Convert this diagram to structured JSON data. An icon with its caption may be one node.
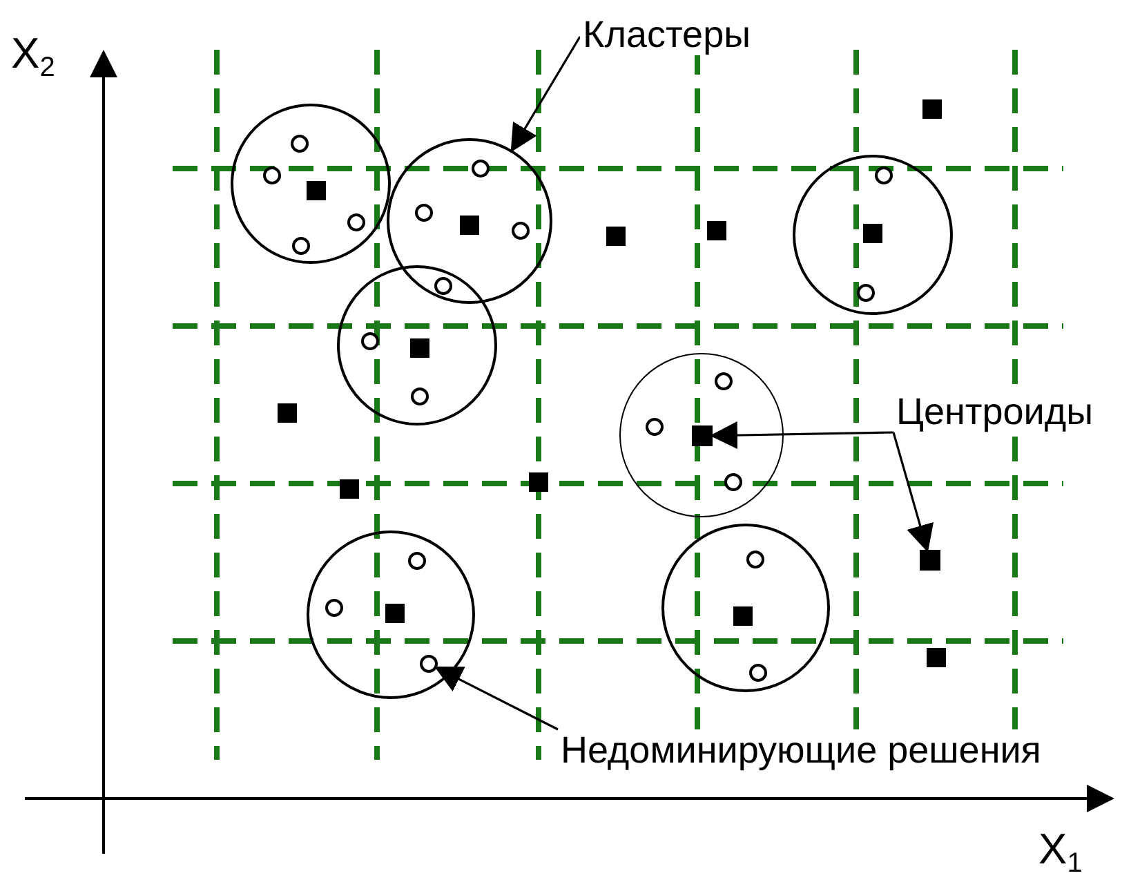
{
  "diagram": {
    "nodes": [
      {
        "text": [
          "Кластеры"
        ]
      },
      {
        "text": [],
        "shape": "circle"
      },
      {
        "text": [
          "Центроиды"
        ]
      },
      {
        "text": [],
        "shape": "box"
      },
      {
        "text": [],
        "shape": "box"
      },
      {
        "text": [
          "Недоминирующие решения"
        ]
      },
      {
        "text": [],
        "shape": "circle"
      }
    ],
    "edges": [
      {
        "from": 0,
        "to": 1,
        "arrow": "to"
      },
      {
        "from": 2,
        "to": 3,
        "arrow": "to"
      },
      {
        "from": 2,
        "to": 4,
        "arrow": "to"
      },
      {
        "from": 5,
        "to": 6,
        "arrow": "to"
      }
    ],
    "labels": [
      "X$_{2}$",
      "X$_{1}$"
    ]
  }
}
